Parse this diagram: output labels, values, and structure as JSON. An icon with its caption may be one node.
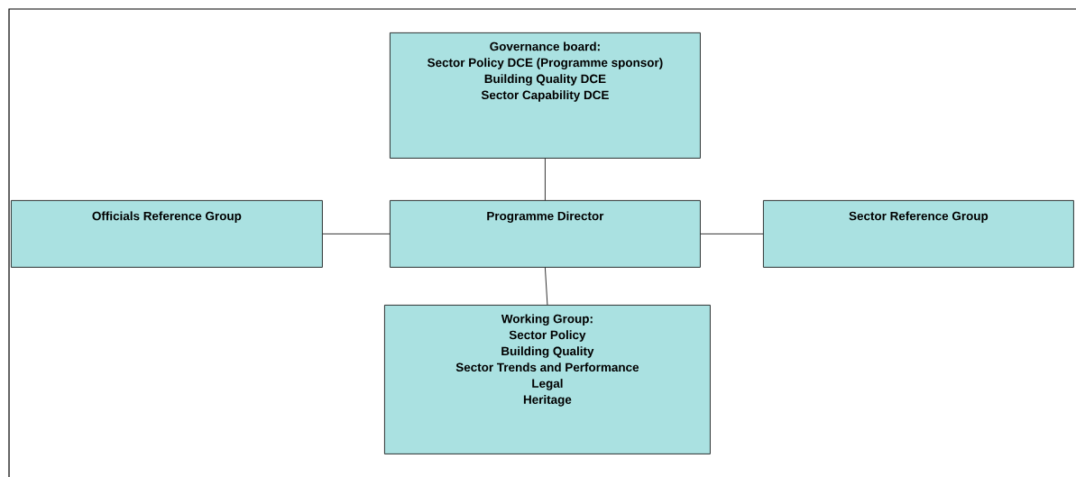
{
  "diagram": {
    "nodes": [
      {
        "text": [
          "Governance board:",
          "Sector Policy DCE (Programme sponsor)",
          "Building Quality DCE",
          "Sector Capability DCE"
        ]
      },
      {
        "text": [
          "Officials Reference Group"
        ]
      },
      {
        "text": [
          "Programme Director"
        ]
      },
      {
        "text": [
          "Sector Reference Group"
        ]
      },
      {
        "text": [
          "Working Group:",
          "Sector Policy",
          "Building Quality",
          "Sector Trends and Performance",
          "Legal",
          "Heritage"
        ]
      }
    ],
    "edges": [
      {
        "from": 0,
        "to": 2,
        "arrow": "none"
      },
      {
        "from": 1,
        "to": 2,
        "arrow": "none"
      },
      {
        "from": 2,
        "to": 3,
        "arrow": "none"
      },
      {
        "from": 2,
        "to": 4,
        "arrow": "none"
      }
    ]
  }
}
